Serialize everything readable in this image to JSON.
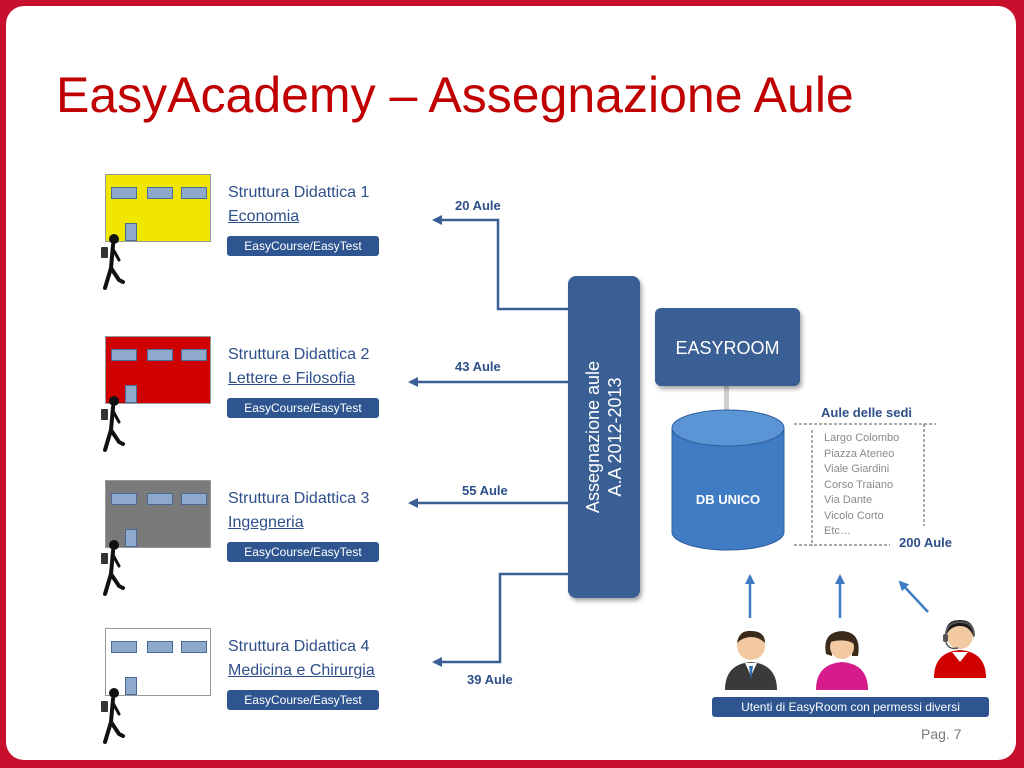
{
  "slide": {
    "title": "EasyAcademy – Assegnazione Aule",
    "page": "Pag. 7"
  },
  "colors": {
    "frame": "#c8102e",
    "title": "#c00000",
    "dark_blue": "#3a5f94",
    "text_blue": "#2e4f8a",
    "db_blue": "#3f7cc4"
  },
  "structures": [
    {
      "name": "Struttura Didattica 1",
      "dept": "Economia",
      "tag": "EasyCourse/EasyTest",
      "aule": "20 Aule",
      "color": "#f0e600"
    },
    {
      "name": "Struttura Didattica 2",
      "dept": "Lettere e Filosofia",
      "tag": "EasyCourse/EasyTest",
      "aule": "43 Aule",
      "color": "#d10000"
    },
    {
      "name": "Struttura Didattica 3",
      "dept": "Ingegneria",
      "tag": "EasyCourse/EasyTest",
      "aule": "55 Aule",
      "color": "#7a7a7a"
    },
    {
      "name": "Struttura Didattica 4",
      "dept": "Medicina e Chirurgia",
      "tag": "EasyCourse/EasyTest",
      "aule": "39 Aule",
      "color": "#ffffff"
    }
  ],
  "assignment": {
    "line1": "Assegnazione aule",
    "line2": "A.A 2012-2013"
  },
  "easyroom": {
    "label": "EASYROOM",
    "db_label": "DB UNICO"
  },
  "sedi": {
    "title": "Aule delle sedi",
    "items": [
      "Largo Colombo",
      "Piazza Ateneo",
      "Viale Giardini",
      "Corso Traiano",
      "Via Dante",
      "Vicolo Corto",
      "Etc…"
    ],
    "total": "200 Aule"
  },
  "users": {
    "label": "Utenti di EasyRoom con permessi diversi",
    "icons": [
      "businessman-icon",
      "woman-user-icon",
      "operator-headset-icon"
    ]
  }
}
